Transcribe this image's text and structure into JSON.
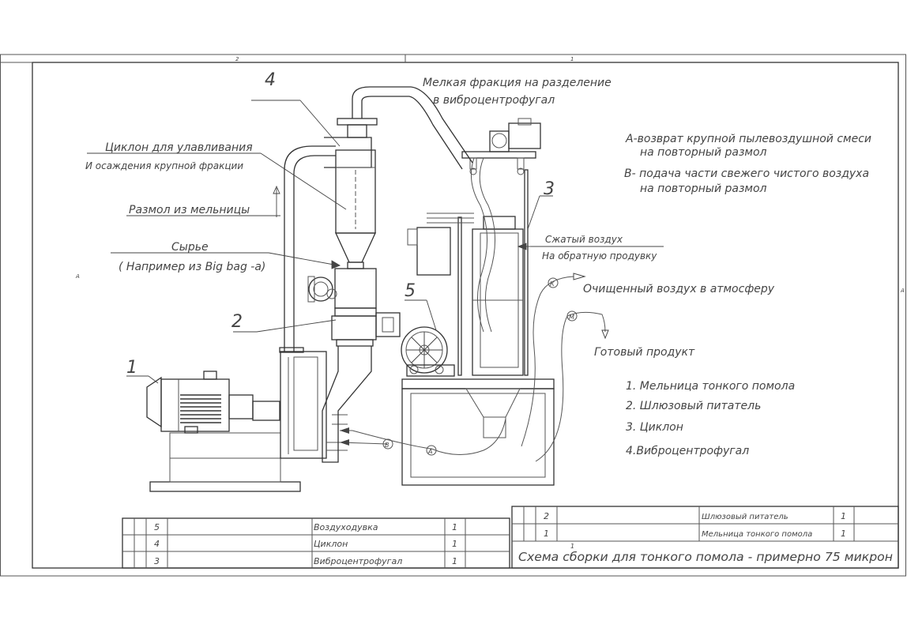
{
  "sheet": {
    "zone_top_left": "2",
    "zone_top_right": "1",
    "zone_left": "A",
    "zone_right": "A"
  },
  "callouts": {
    "n1": "1",
    "n2": "2",
    "n3": "3",
    "n4": "4",
    "n5": "5"
  },
  "labels": {
    "fine_fraction_line1": "Мелкая фракция на разделение",
    "fine_fraction_line2": "в виброцентрофугал",
    "cyclone_line1": "Циклон для улавливания",
    "cyclone_line2": "И осаждения крупной фракции",
    "mill_grind": "Размол из мельницы",
    "raw_line1": "Сырье",
    "raw_line2": "( Например из Big bag -а)",
    "compressed_air_line1": "Сжатый воздух",
    "compressed_air_line2": "На обратную продувку",
    "clean_air": "Очищенный воздух в атмосферу",
    "finished_product": "Готовый продукт",
    "marker_k": "К",
    "marker_m": "М",
    "marker_a": "А",
    "marker_b": "В"
  },
  "notes": {
    "a_line1": "А-возврат крупной пылевоздушной смеси",
    "a_line2": "на повторный размол",
    "b_line1": "В- подача части свежего чистого воздуха",
    "b_line2": "на повторный размол"
  },
  "legend": [
    "1. Мельница тонкого помола",
    "2. Шлюзовый питатель",
    "3. Циклон",
    "4.Виброцентрофугал"
  ],
  "bom_left": [
    {
      "pos": "5",
      "name": "Воздуходувка",
      "qty": "1"
    },
    {
      "pos": "4",
      "name": "Циклон",
      "qty": "1"
    },
    {
      "pos": "3",
      "name": "Виброцентрофугал",
      "qty": "1"
    }
  ],
  "bom_right": [
    {
      "pos": "2",
      "name": "Шлюзовый питатель",
      "qty": "1"
    },
    {
      "pos": "1",
      "name": "Мельница тонкого помола",
      "qty": "1"
    }
  ],
  "title_block": {
    "sheet_mark": "1",
    "title": "Схема сборки для тонкого помола  - примерно 75 микрон"
  }
}
